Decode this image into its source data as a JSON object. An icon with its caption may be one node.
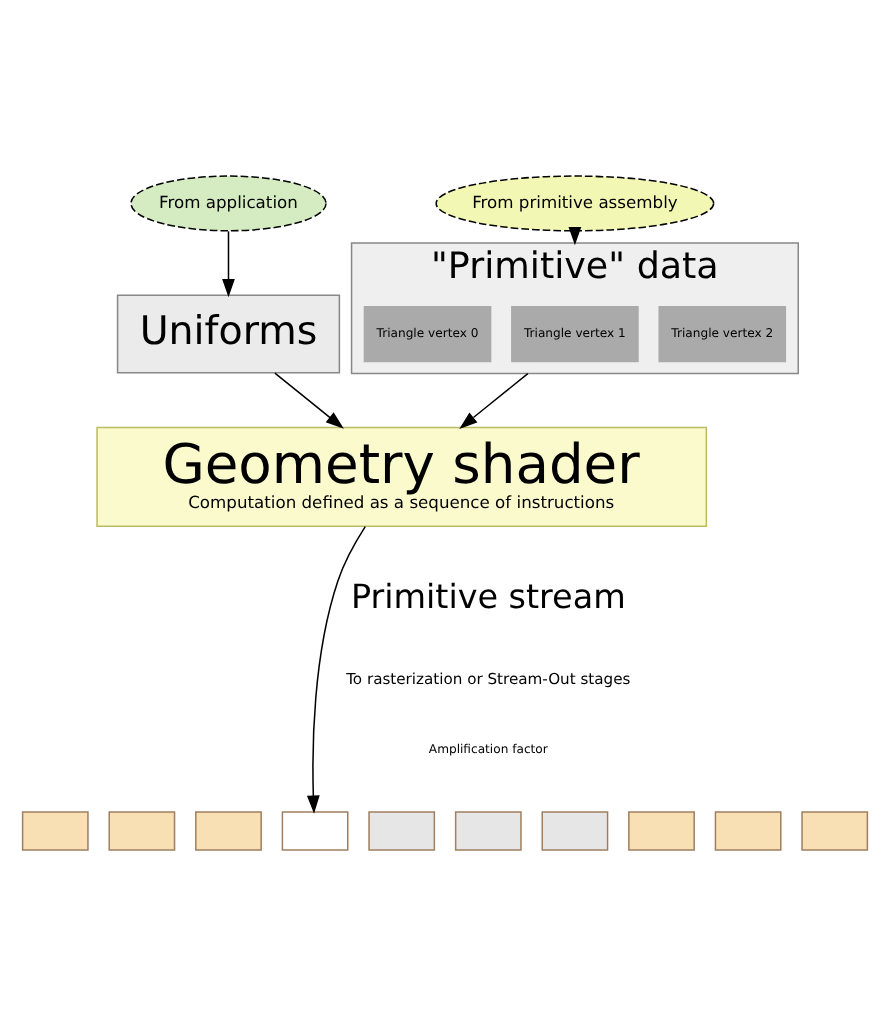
{
  "diagram": {
    "nodes": [
      {
        "text": [
          "From application"
        ]
      },
      {
        "text": [
          "From primitive assembly"
        ]
      },
      {
        "text": [
          "Uniforms"
        ]
      },
      {
        "text": [
          "\"Primitive\" data"
        ]
      },
      {
        "text": [
          "Triangle vertex 0"
        ],
        "in": 3
      },
      {
        "text": [
          "Triangle vertex 1"
        ],
        "in": 3
      },
      {
        "text": [
          "Triangle vertex 2"
        ],
        "in": 3
      },
      {
        "text": [
          "Geometry shader",
          "Computation defined as a sequence of instructions"
        ]
      },
      {
        "text": [],
        "shape": "box"
      },
      {
        "text": [],
        "shape": "box"
      },
      {
        "text": [],
        "shape": "box"
      },
      {
        "text": [],
        "shape": "box"
      },
      {
        "text": [],
        "shape": "box"
      },
      {
        "text": [],
        "shape": "box"
      },
      {
        "text": [],
        "shape": "box"
      },
      {
        "text": [],
        "shape": "box"
      },
      {
        "text": [],
        "shape": "box"
      },
      {
        "text": [],
        "shape": "box"
      }
    ],
    "edges": [
      {
        "from": 0,
        "to": 2,
        "arrow": "to"
      },
      {
        "from": 1,
        "to": 3,
        "arrow": "to"
      },
      {
        "from": 2,
        "to": 7,
        "arrow": "to"
      },
      {
        "from": 3,
        "to": 7,
        "arrow": "to"
      },
      {
        "from": 7,
        "to": 11,
        "arrow": "to"
      }
    ],
    "labels": [
      "Primitive stream",
      "To rasterization or Stream-Out stages",
      "Amplification factor"
    ]
  }
}
